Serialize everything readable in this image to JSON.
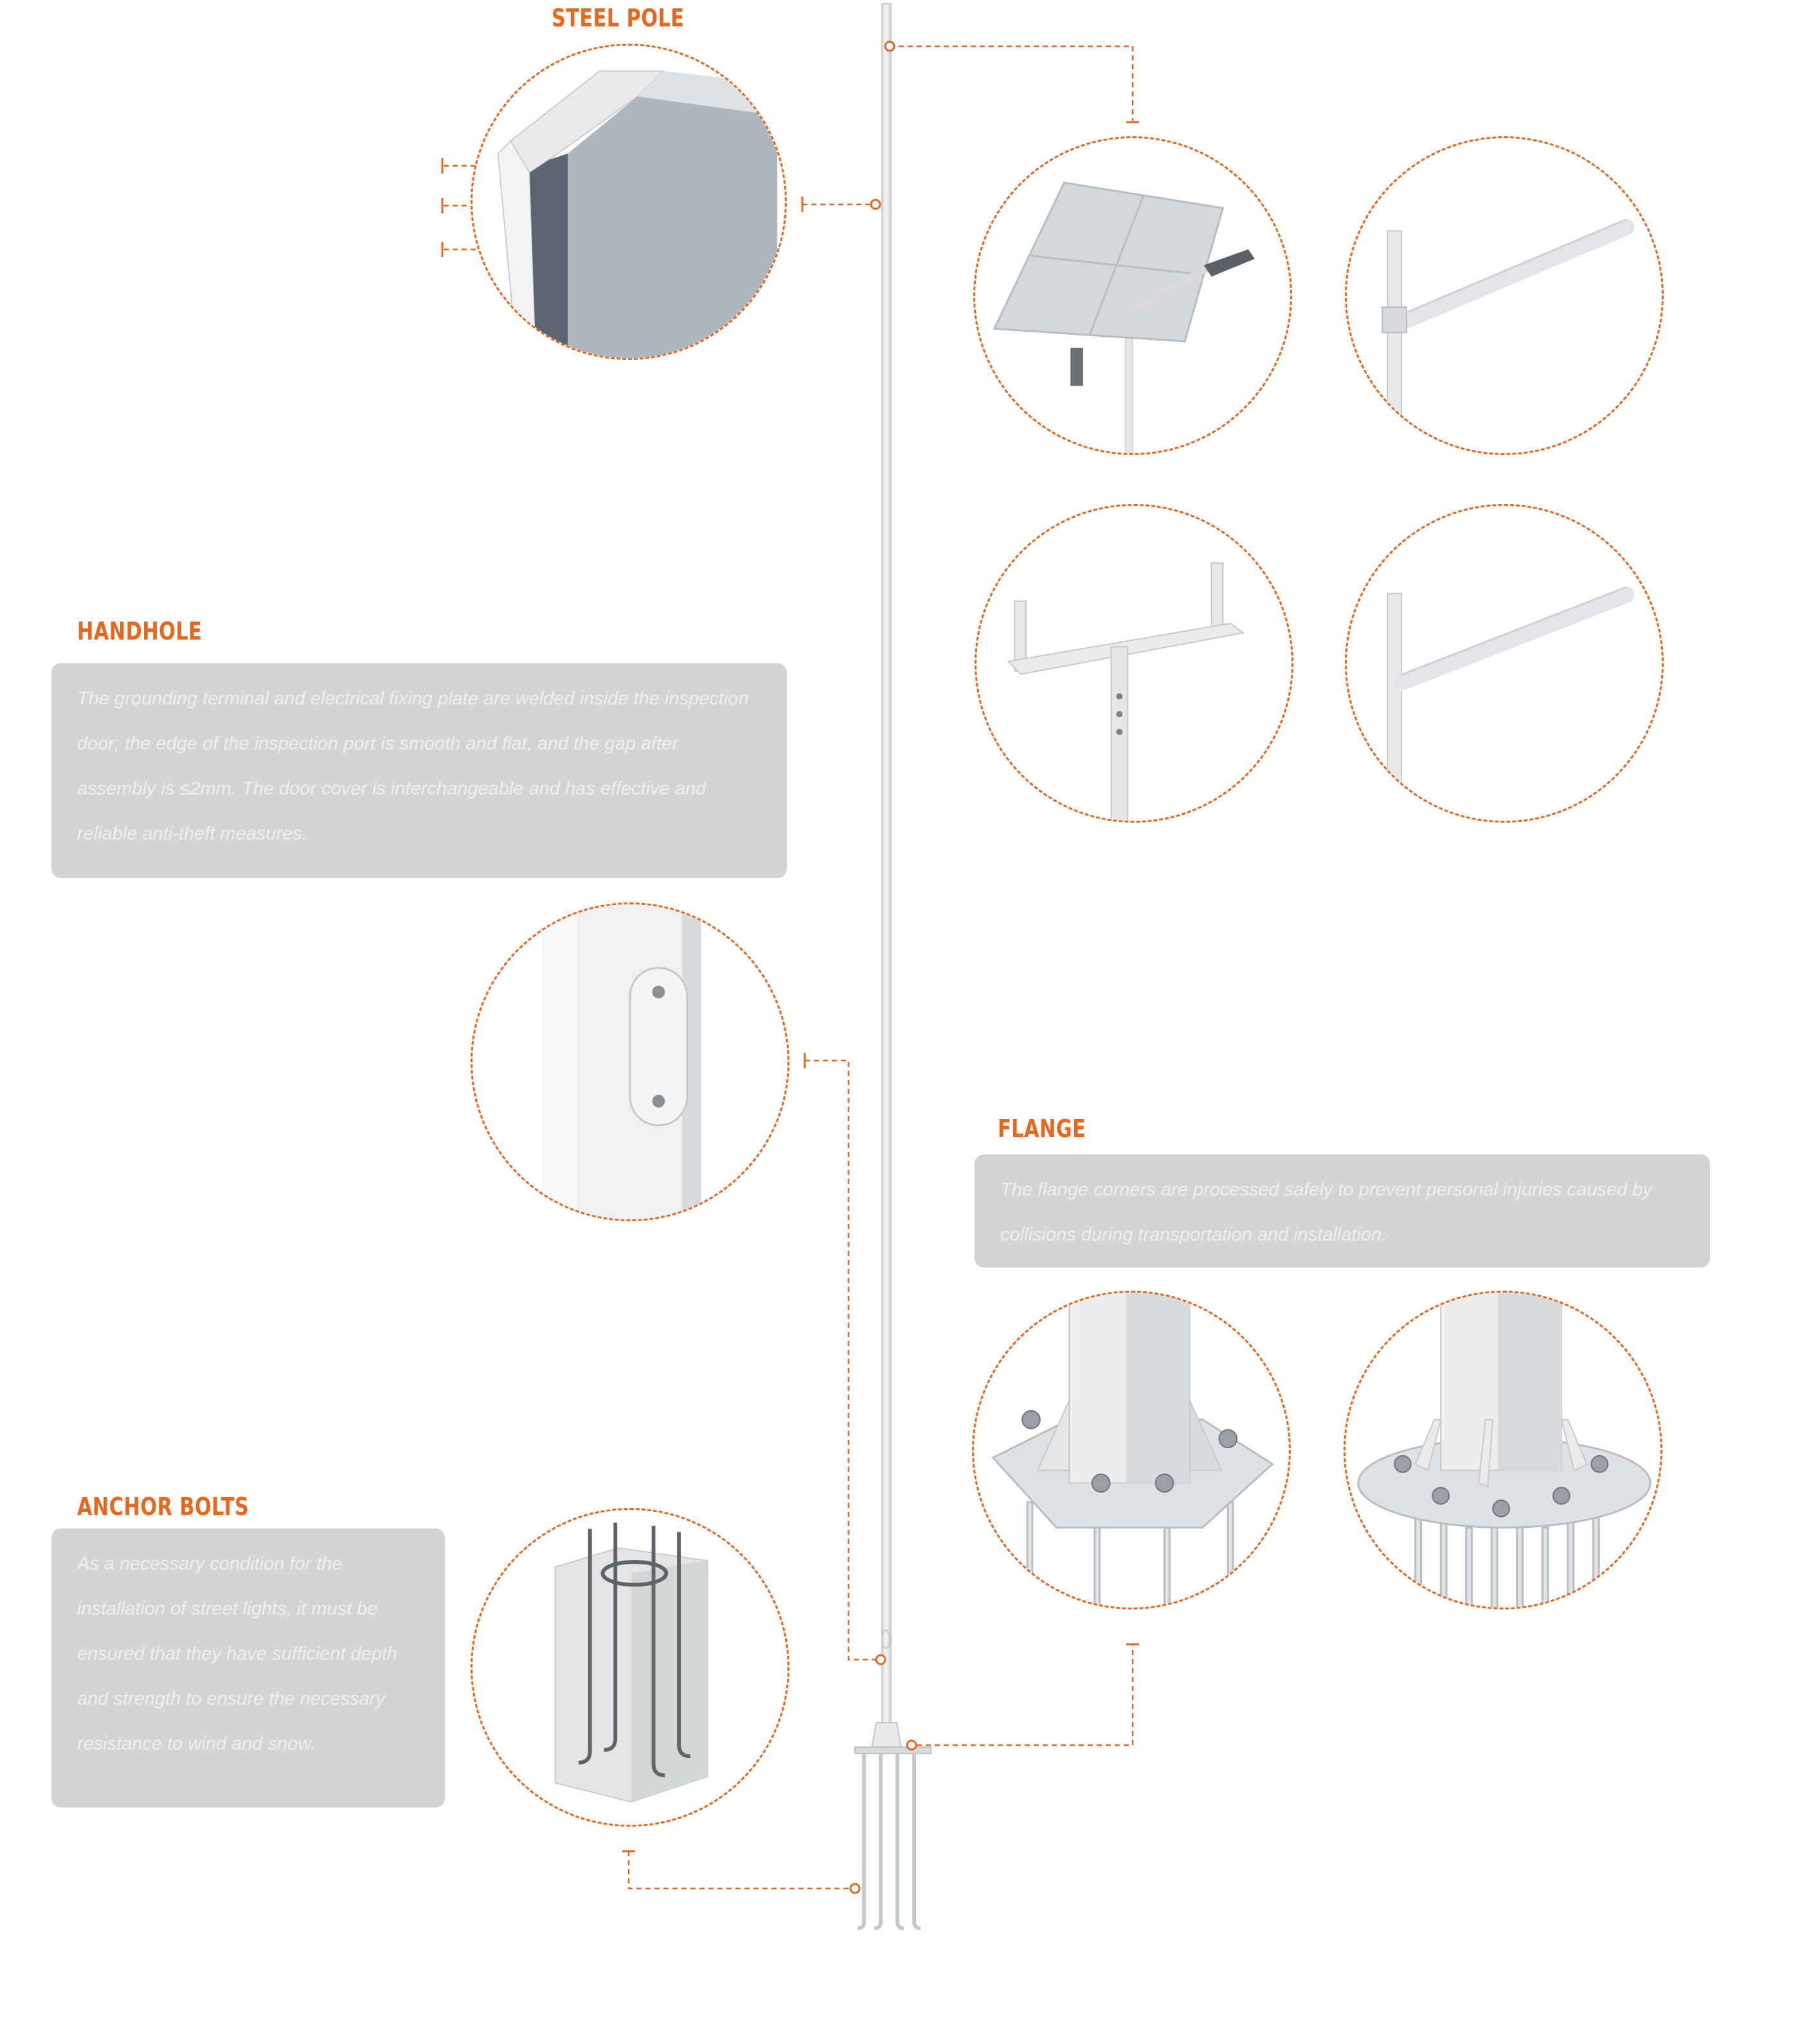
{
  "sections": {
    "steel_pole": {
      "title": "STEEL POLE"
    },
    "handhole": {
      "title": "HANDHOLE",
      "description": "The grounding terminal and electrical fixing plate are welded inside the inspection door; the edge of the inspection port is smooth and flat, and the gap after assembly is ≤2mm. The door cover is interchangeable and has effective and reliable anti-theft measures."
    },
    "flange": {
      "title": "FLANGE",
      "description": "The flange corners are processed safely to prevent personal injuries caused by collisions during transportation and installation."
    },
    "anchor_bolts": {
      "title": "ANCHOR BOLTS",
      "description": "As a necessary condition for the installation of street lights, it must be ensured that they have sufficient depth and strength to ensure the necessary resistance to wind and snow."
    }
  },
  "colors": {
    "accent": "#e8671c",
    "panel": "#d4d4d4",
    "panel_text": "#f0f0f0",
    "metal": "#e4e6e8"
  },
  "icons": {
    "pole": "street-light-pole-illustration",
    "detail": "dashed-circle-detail-view"
  }
}
